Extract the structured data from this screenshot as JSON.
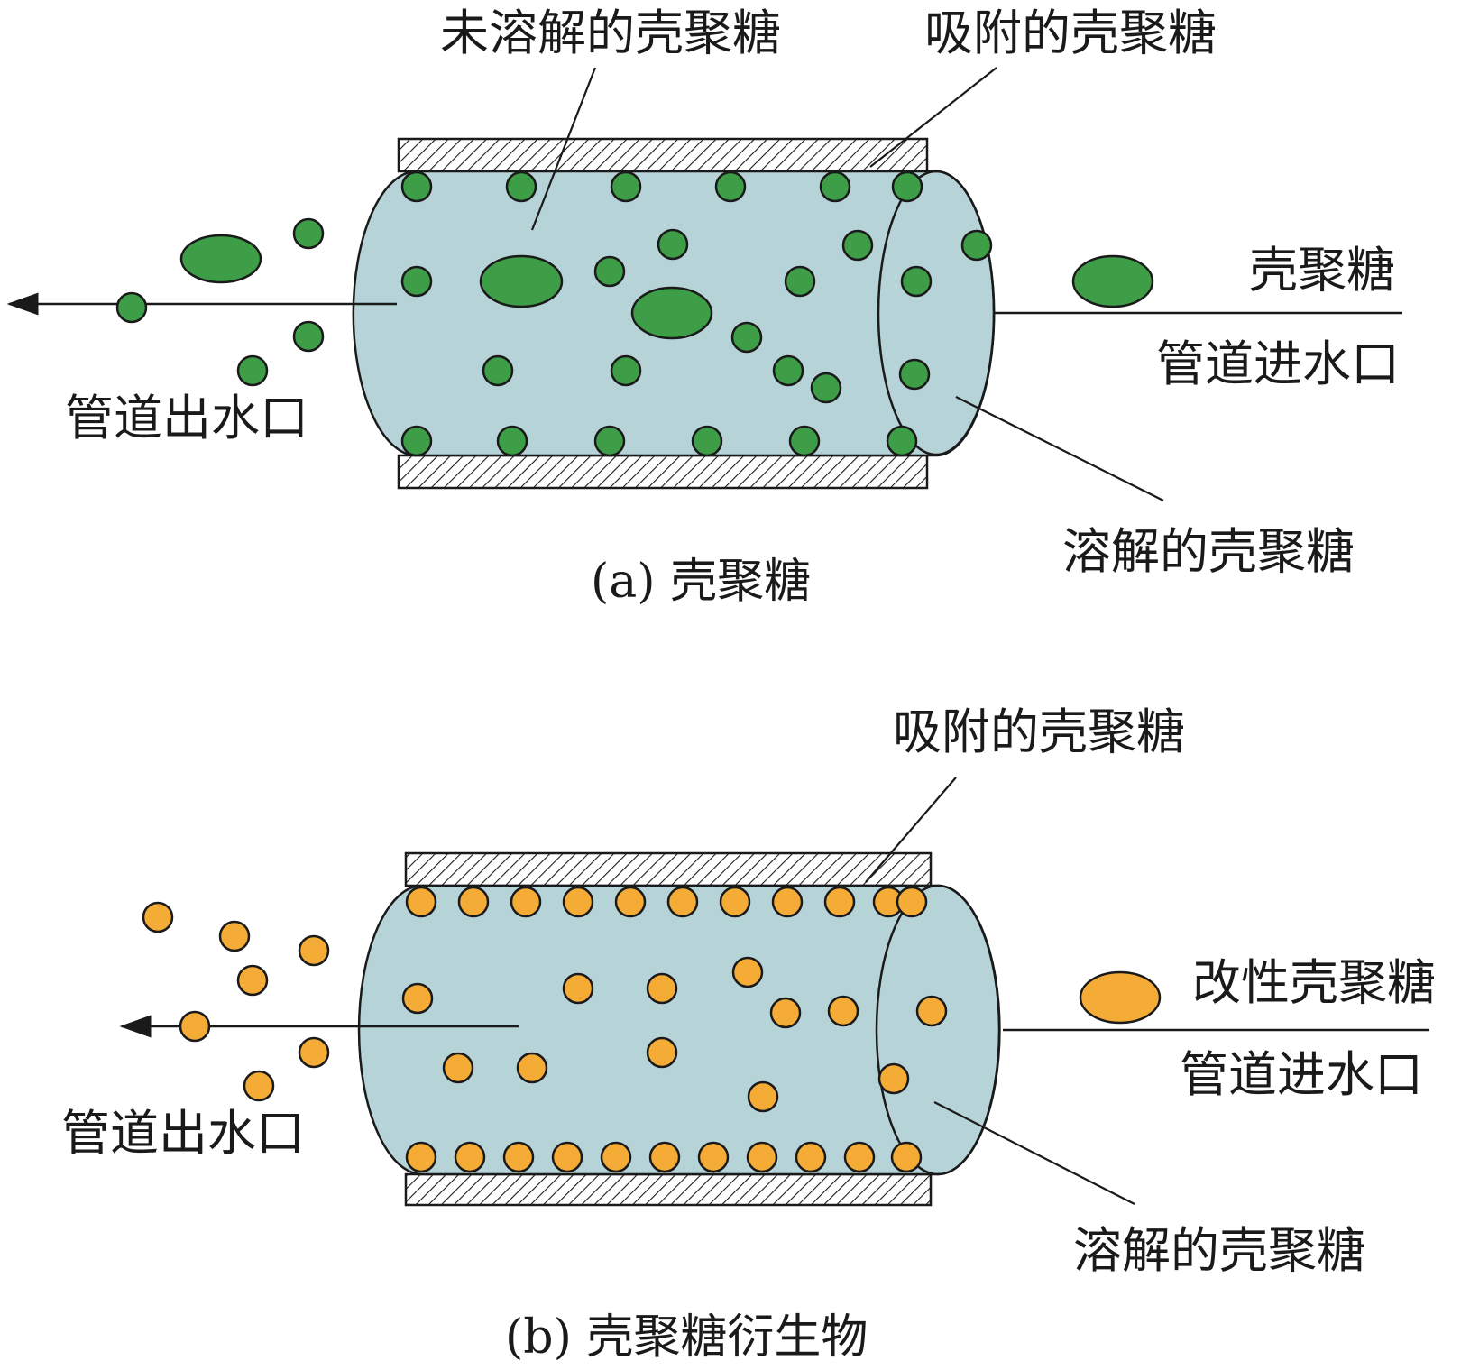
{
  "colors": {
    "pipe_fill": "#b6d3d8",
    "chitosan": "#3e9e48",
    "derivative": "#f4ac37",
    "outline": "#1a1a1a"
  },
  "panel_a": {
    "caption": "(a) 壳聚糖",
    "undissolved": "未溶解的壳聚糖",
    "adsorbed": "吸附的壳聚糖",
    "inflow": "壳聚糖",
    "inlet": "管道进水口",
    "outlet": "管道出水口",
    "dissolved": "溶解的壳聚糖"
  },
  "panel_b": {
    "caption": "(b) 壳聚糖衍生物",
    "adsorbed": "吸附的壳聚糖",
    "inflow": "改性壳聚糖",
    "inlet": "管道进水口",
    "outlet": "管道出水口",
    "dissolved": "溶解的壳聚糖"
  }
}
